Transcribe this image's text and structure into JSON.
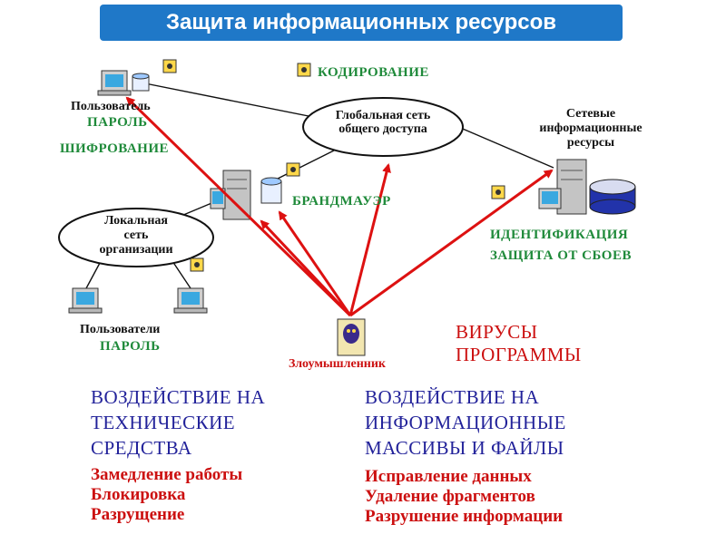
{
  "title": "Защита информационных ресурсов",
  "nodes": {
    "user_top": {
      "label": "Пользователь",
      "sub": "ПАРОЛЬ"
    },
    "encryption": "ШИФРОВАНИЕ",
    "coding": "КОДИРОВАНИЕ",
    "global_net": [
      "Глобальная сеть",
      "общего доступа"
    ],
    "net_resources": [
      "Сетевые",
      "информационные",
      "ресурсы"
    ],
    "firewall": "БРАНДМАУЭР",
    "local_net": [
      "Локальная",
      "сеть",
      "организации"
    ],
    "identification": [
      "ИДЕНТИФИКАЦИЯ",
      "ЗАЩИТА ОТ СБОЕВ"
    ],
    "users_bottom": {
      "label": "Пользователи",
      "sub": "ПАРОЛЬ"
    },
    "attacker": "Злоумышленник",
    "threats": [
      "ВИРУСЫ",
      "ПРОГРАММЫ"
    ]
  },
  "impact_left": {
    "heading": [
      "ВОЗДЕЙСТВИЕ НА",
      "ТЕХНИЧЕСКИЕ",
      "СРЕДСТВА"
    ],
    "items": [
      "Замедление работы",
      "Блокировка",
      "Разрущение"
    ]
  },
  "impact_right": {
    "heading": [
      "ВОЗДЕЙСТВИЕ НА",
      "ИНФОРМАЦИОННЫЕ",
      "МАССИВЫ И ФАЙЛЫ"
    ],
    "items": [
      "Исправление данных",
      "Удаление фрагментов",
      "Разрушение информации"
    ]
  },
  "colors": {
    "title_bg": "#1f78c8",
    "green": "#1f8a3a",
    "red": "#cc1010",
    "blue": "#22229a",
    "arrow": "#dd1111"
  }
}
